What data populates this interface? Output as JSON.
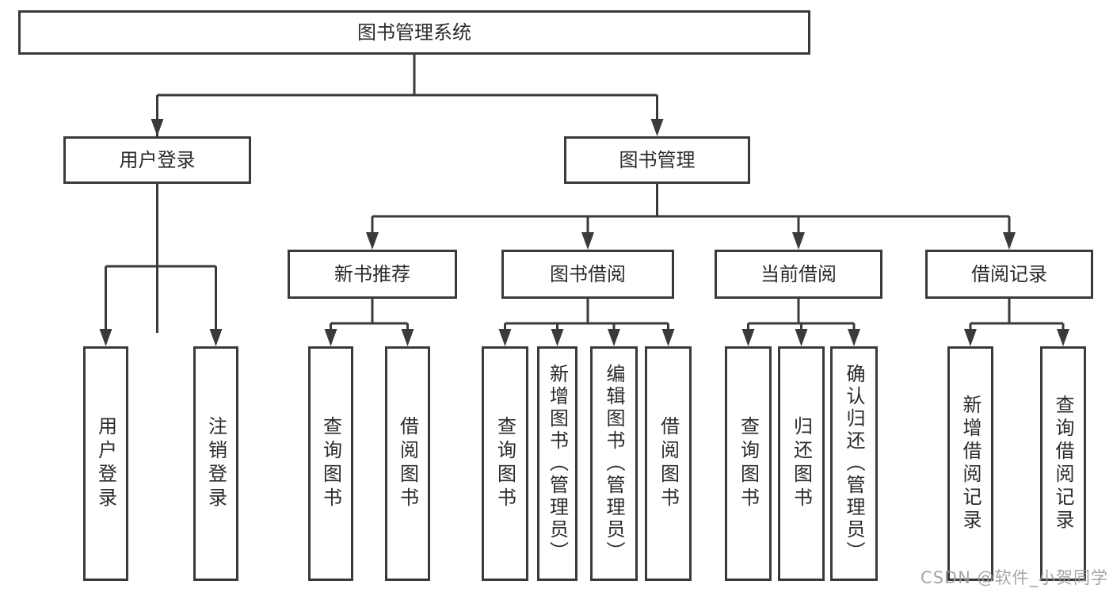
{
  "diagram": {
    "root": {
      "label": "图书管理系统"
    },
    "level2": [
      {
        "id": "user-login",
        "label": "用户登录"
      },
      {
        "id": "book-management",
        "label": "图书管理"
      }
    ],
    "level3": [
      {
        "id": "new-book-recommend",
        "label": "新书推荐",
        "parent": "图书管理"
      },
      {
        "id": "book-borrowing",
        "label": "图书借阅",
        "parent": "图书管理"
      },
      {
        "id": "current-borrowing",
        "label": "当前借阅",
        "parent": "图书管理"
      },
      {
        "id": "borrowing-records",
        "label": "借阅记录",
        "parent": "图书管理"
      }
    ],
    "leaves": [
      {
        "parent": "用户登录",
        "label": "用户登录"
      },
      {
        "parent": "用户登录",
        "label": "注销登录"
      },
      {
        "parent": "新书推荐",
        "label": "查询图书"
      },
      {
        "parent": "新书推荐",
        "label": "借阅图书"
      },
      {
        "parent": "图书借阅",
        "label": "查询图书"
      },
      {
        "parent": "图书借阅",
        "label": "新增图书（管理员）"
      },
      {
        "parent": "图书借阅",
        "label": "编辑图书（管理员）"
      },
      {
        "parent": "图书借阅",
        "label": "借阅图书"
      },
      {
        "parent": "当前借阅",
        "label": "查询图书"
      },
      {
        "parent": "当前借阅",
        "label": "归还图书"
      },
      {
        "parent": "当前借阅",
        "label": "确认归还（管理员）"
      },
      {
        "parent": "借阅记录",
        "label": "新增借阅记录"
      },
      {
        "parent": "借阅记录",
        "label": "查询借阅记录"
      }
    ]
  },
  "watermark": {
    "text": "CSDN @软件_小贺同学"
  },
  "colors": {
    "box_border": "#3a3a3a",
    "connector_line": "#3a3a3a",
    "text": "#2b2b2b",
    "background": "#ffffff",
    "watermark": "#9c9c9c"
  }
}
